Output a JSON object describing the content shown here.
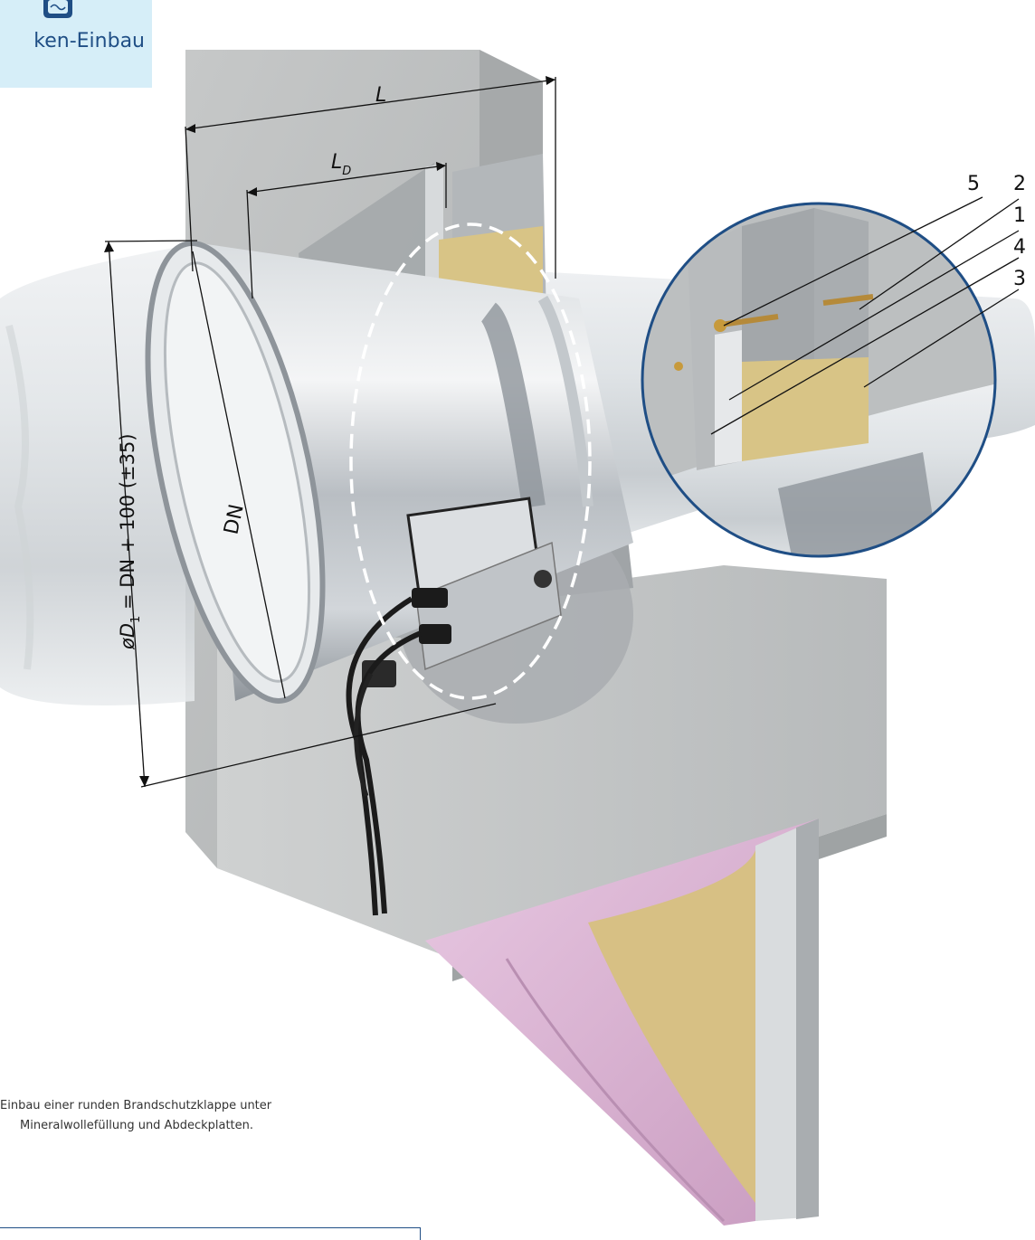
{
  "badge": {
    "label": "ken-Einbau",
    "icon": "damper-icon"
  },
  "dimensions": {
    "length": "L",
    "damper_length": "L",
    "damper_length_sub": "D",
    "nominal": "DN",
    "diameter_prefix": "øD",
    "diameter_sub": "1",
    "diameter_suffix": " = DN + 100 (±35)"
  },
  "callouts": [
    "5",
    "2",
    "1",
    "4",
    "3"
  ],
  "caption": {
    "line1": "Einbau einer runden Brandschutzklappe unter",
    "line2": "Mineralwollefüllung und Abdeckplatten."
  },
  "colors": {
    "concrete": "#b9bcbd",
    "steel": "#c9ced3",
    "board": "#a4a8ab",
    "wool": "#d8c486",
    "drywall": "#dcb4d4",
    "accent": "#1f4e85"
  }
}
